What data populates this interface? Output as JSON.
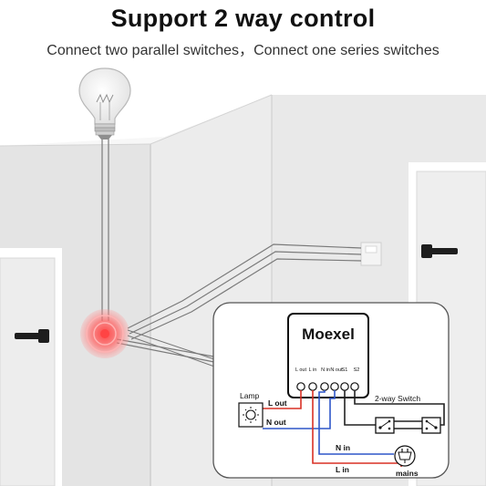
{
  "header": {
    "title": "Support 2 way control",
    "subtitle_left": "Connect two parallel switches",
    "subtitle_sep": "，",
    "subtitle_right": "Connect one series switches"
  },
  "module": {
    "brand": "Moexel",
    "terminals": [
      "L out",
      "L in",
      "N in",
      "N out",
      "S1",
      "S2"
    ]
  },
  "diagram_labels": {
    "lamp": "Lamp",
    "l_out": "L out",
    "n_out": "N out",
    "n_in": "N in",
    "l_in": "L in",
    "two_way_switch": "2-way Switch",
    "mains": "mains"
  },
  "colors": {
    "wire_red": "#d93025",
    "wire_blue": "#2f56c9",
    "wire_black": "#222222",
    "highlight_glow": "#ff5a5a",
    "wall": "#eaeaea"
  }
}
